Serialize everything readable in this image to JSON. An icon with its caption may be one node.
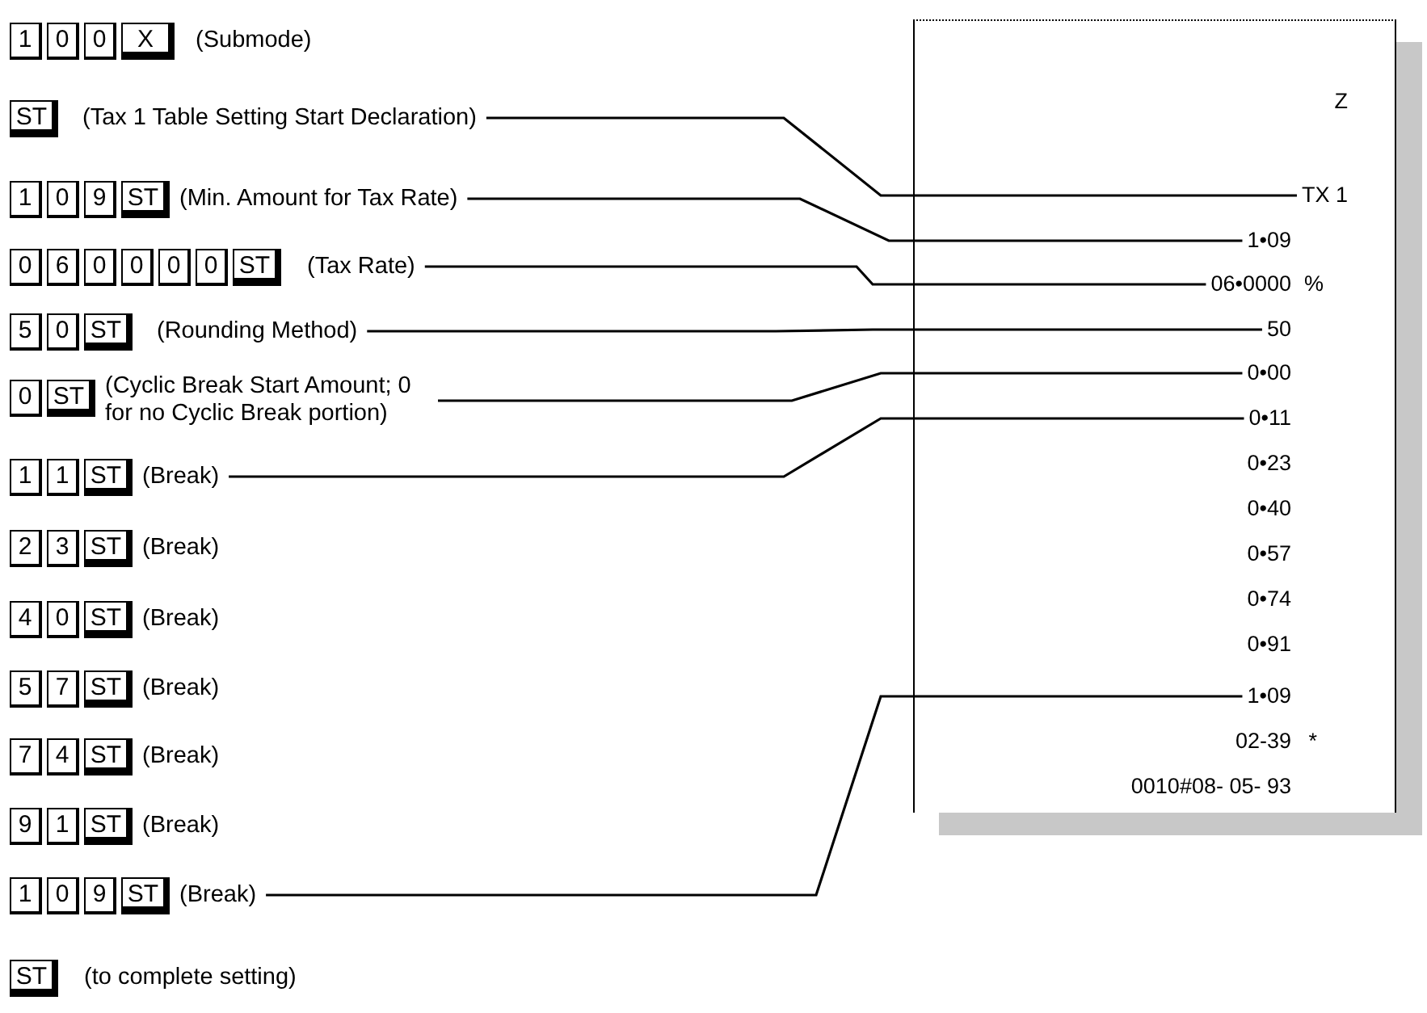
{
  "diagram": {
    "nodes": [
      {
        "text": [
          "1"
        ]
      },
      {
        "text": [
          "0"
        ]
      },
      {
        "text": [
          "0"
        ]
      },
      {
        "text": [
          "X"
        ]
      },
      {
        "text": [
          "ST"
        ]
      },
      {
        "text": [
          "(Tax 1 Table Setting Start Declaration)"
        ]
      },
      {
        "text": [
          "1"
        ]
      },
      {
        "text": [
          "0"
        ]
      },
      {
        "text": [
          "9"
        ]
      },
      {
        "text": [
          "ST"
        ]
      },
      {
        "text": [
          "(Min. Amount for Tax Rate)"
        ]
      },
      {
        "text": [
          "0"
        ]
      },
      {
        "text": [
          "6"
        ]
      },
      {
        "text": [
          "0"
        ]
      },
      {
        "text": [
          "0"
        ]
      },
      {
        "text": [
          "0"
        ]
      },
      {
        "text": [
          "0"
        ]
      },
      {
        "text": [
          "ST"
        ]
      },
      {
        "text": [
          "(Tax Rate)"
        ]
      },
      {
        "text": [
          "5"
        ]
      },
      {
        "text": [
          "0"
        ]
      },
      {
        "text": [
          "ST"
        ]
      },
      {
        "text": [
          "(Rounding Method)"
        ]
      },
      {
        "text": [
          "0"
        ]
      },
      {
        "text": [
          "ST"
        ]
      },
      {
        "text": [
          "(Cyclic Break Start Amount; 0 for no Cyclic Break portion)"
        ]
      },
      {
        "text": [
          "1"
        ]
      },
      {
        "text": [
          "1"
        ]
      },
      {
        "text": [
          "ST"
        ]
      },
      {
        "text": [
          "(Break)"
        ]
      },
      {
        "text": [
          "2"
        ]
      },
      {
        "text": [
          "3"
        ]
      },
      {
        "text": [
          "ST"
        ]
      },
      {
        "text": [
          "4"
        ]
      },
      {
        "text": [
          "0"
        ]
      },
      {
        "text": [
          "ST"
        ]
      },
      {
        "text": [
          "5"
        ]
      },
      {
        "text": [
          "7"
        ]
      },
      {
        "text": [
          "ST"
        ]
      },
      {
        "text": [
          "7"
        ]
      },
      {
        "text": [
          "4"
        ]
      },
      {
        "text": [
          "ST"
        ]
      },
      {
        "text": [
          "9"
        ]
      },
      {
        "text": [
          "1"
        ]
      },
      {
        "text": [
          "ST"
        ]
      },
      {
        "text": [
          "1"
        ]
      },
      {
        "text": [
          "0"
        ]
      },
      {
        "text": [
          "9"
        ]
      },
      {
        "text": [
          "ST"
        ]
      },
      {
        "text": [
          "(Break)"
        ]
      },
      {
        "text": [
          "ST"
        ]
      },
      {
        "text": [],
        "shape": "box"
      },
      {
        "text": [
          "TX 1"
        ],
        "in": 51
      },
      {
        "text": [
          "1•09"
        ],
        "in": 51
      },
      {
        "text": [
          "06•0000"
        ],
        "in": 51
      },
      {
        "text": [
          "50"
        ],
        "in": 51
      },
      {
        "text": [
          "0•00"
        ],
        "in": 51
      },
      {
        "text": [
          "0•11"
        ],
        "in": 51
      },
      {
        "text": [
          "1•09"
        ],
        "in": 51
      }
    ],
    "edges": [
      {
        "from": 5,
        "to": 52,
        "arrow": "none"
      },
      {
        "from": 10,
        "to": 53,
        "arrow": "none"
      },
      {
        "from": 18,
        "to": 54,
        "arrow": "none"
      },
      {
        "from": 22,
        "to": 55,
        "arrow": "none"
      },
      {
        "from": 25,
        "to": 56,
        "arrow": "none"
      },
      {
        "from": 29,
        "to": 57,
        "arrow": "none"
      },
      {
        "from": 49,
        "to": 58,
        "arrow": "none"
      }
    ],
    "labels": [
      "(Submode)",
      "(Break)",
      "(Break)",
      "(Break)",
      "(Break)",
      "(Break)",
      "(to complete setting)",
      "Z",
      "%",
      "0•23",
      "0•40",
      "0•57",
      "0•74",
      "0•91",
      "02-39",
      "*",
      "0010#08- 05- 93"
    ]
  }
}
